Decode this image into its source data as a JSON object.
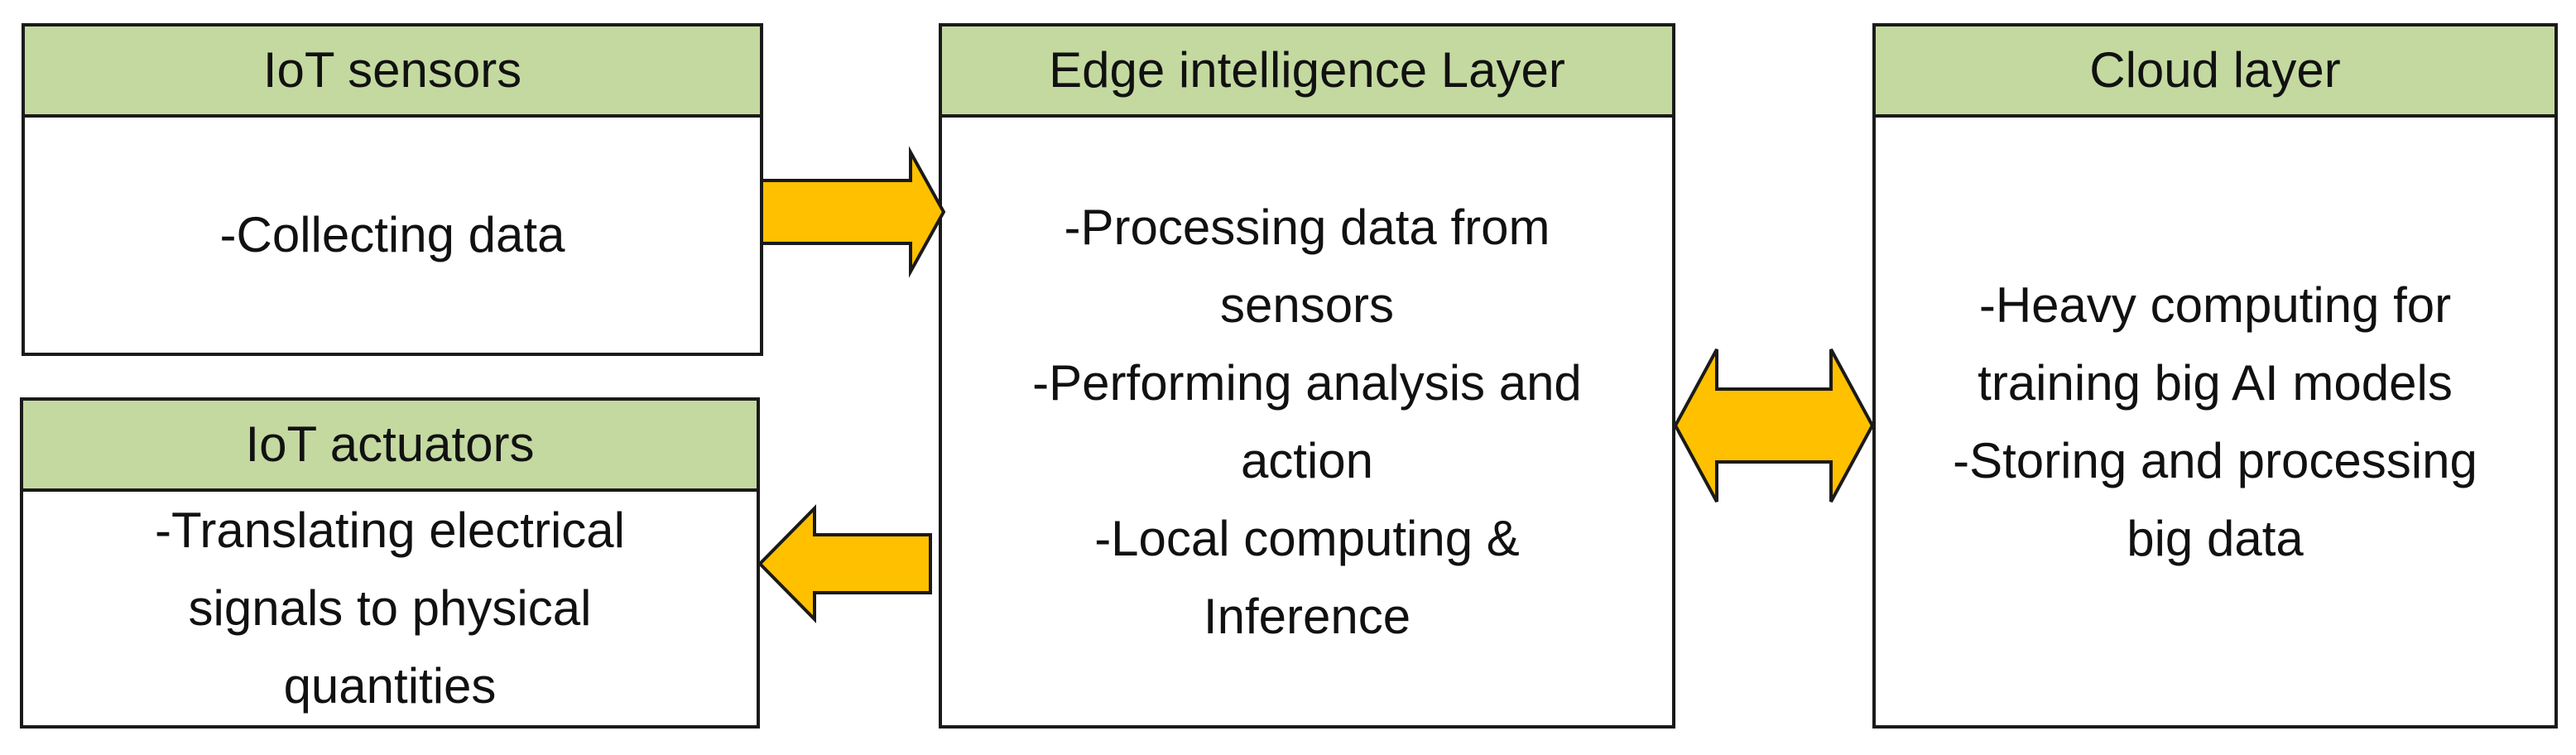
{
  "colors": {
    "header_fill": "#c4d9a0",
    "arrow_fill": "#ffc000",
    "border": "#1a1a1a",
    "background": "#ffffff"
  },
  "boxes": {
    "iot_sensors": {
      "title": "IoT sensors",
      "lines": [
        "-Collecting data"
      ]
    },
    "iot_actuators": {
      "title": "IoT actuators",
      "lines": [
        "-Translating electrical",
        "signals to physical",
        "quantities"
      ]
    },
    "edge_layer": {
      "title": "Edge intelligence Layer",
      "lines": [
        "-Processing data from",
        "sensors",
        "-Performing analysis and",
        "action",
        "-Local computing &",
        "Inference"
      ]
    },
    "cloud_layer": {
      "title": "Cloud layer",
      "lines": [
        "-Heavy computing for",
        "training big AI models",
        "-Storing and processing",
        "big data"
      ]
    }
  },
  "arrows": [
    {
      "name": "sensors-to-edge",
      "direction": "right",
      "icon": "right-arrow-icon"
    },
    {
      "name": "edge-to-actuators",
      "direction": "left",
      "icon": "left-arrow-icon"
    },
    {
      "name": "edge-cloud",
      "direction": "both",
      "icon": "double-arrow-icon"
    }
  ]
}
